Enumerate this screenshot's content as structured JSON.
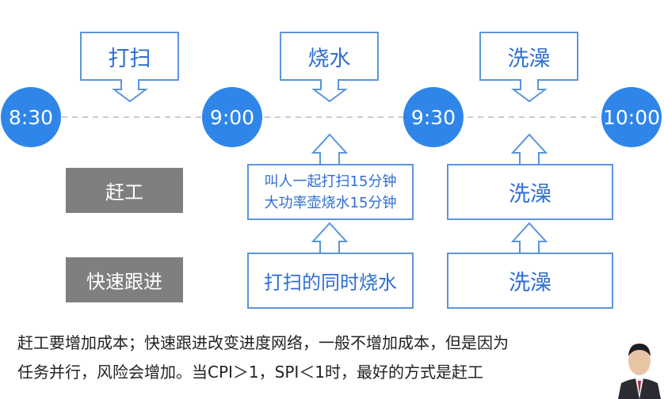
{
  "timeline": {
    "times": [
      "8:30",
      "9:00",
      "9:30",
      "10:00"
    ],
    "top_tasks": [
      "打扫",
      "烧水",
      "洗澡"
    ]
  },
  "rows": {
    "crashing": {
      "label": "赶工",
      "middle_lines": [
        "叫人一起打扫15分钟",
        "大功率壶烧水15分钟"
      ],
      "right": "洗澡"
    },
    "fast_tracking": {
      "label": "快速跟进",
      "middle": "打扫的同时烧水",
      "right": "洗澡"
    }
  },
  "caption": {
    "line1": "赶工要增加成本；快速跟进改变进度网络，一般不增加成本，但是因为",
    "line2": "任务并行，风险会增加。当CPI＞1，SPI＜1时，最好的方式是赶工"
  },
  "colors": {
    "circle_blue": "#2f86e8",
    "box_border": "#5b95dc",
    "text_blue": "#2f6fd0",
    "gray_box": "#7f7f7f",
    "dash": "#cccccc"
  },
  "presenter": "presenter-video-thumbnail"
}
